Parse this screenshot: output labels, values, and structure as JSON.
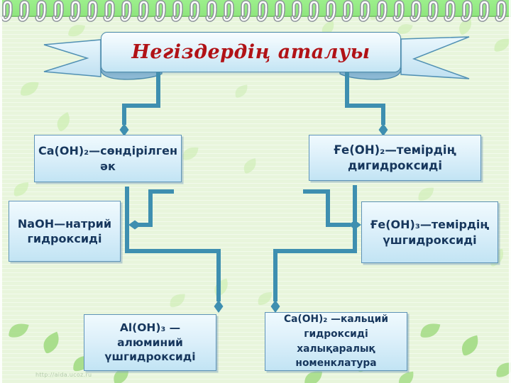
{
  "slide": {
    "title": "Негіздердің аталуы",
    "watermark": "http://aida.ucoz.ru"
  },
  "boxes": [
    {
      "name": "ca-oh2-slaked-lime",
      "lines": [
        "Ca(OH)₂—сөндірілген",
        "әк"
      ]
    },
    {
      "name": "fe-oh2-iron-dihydroxide",
      "lines": [
        "Ғе(ОН)₂—темірдің",
        "дигидроксиді"
      ]
    },
    {
      "name": "naoh-sodium-hydroxide",
      "lines": [
        "NaOH—натрий",
        "гидроксиді"
      ]
    },
    {
      "name": "fe-oh3-iron-trihydroxide",
      "lines": [
        "Ғе(ОН)₃—темірдің",
        "үшгидроксиді"
      ]
    },
    {
      "name": "al-oh3-aluminium-trihydroxide",
      "lines": [
        "Al(OH)₃ —",
        "алюминий",
        "үшгидроксиді"
      ]
    },
    {
      "name": "ca-oh2-calcium-intl",
      "lines": [
        "Ca(OH)₂ —кальций",
        "гидроксиді",
        "халықаралық",
        "номенклатура"
      ]
    }
  ],
  "colors": {
    "accent": "#3e8fb0",
    "title-red": "#b11216",
    "box-text": "#17375d",
    "box-border": "#5e93b8",
    "box-fill-top": "#f0fafe",
    "box-fill-bottom": "#c2e4f4",
    "banner-border": "#4a89aa",
    "page-green": "#e8f5dc",
    "strip-green": "#8fe67e"
  }
}
